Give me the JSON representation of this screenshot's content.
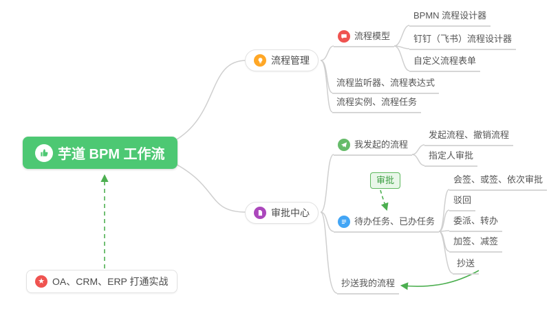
{
  "root": {
    "label": "芋道 BPM 工作流"
  },
  "process_management": {
    "label": "流程管理",
    "process_model": {
      "label": "流程模型",
      "bpmn": "BPMN 流程设计器",
      "dingtalk": "钉钉（飞书）流程设计器",
      "custom_form": "自定义流程表单"
    },
    "listener": "流程监听器、流程表达式",
    "instance": "流程实例、流程任务"
  },
  "approval_center": {
    "label": "审批中心",
    "my_initiated": {
      "label": "我发起的流程",
      "initiate_cancel": "发起流程、撤销流程",
      "assignee": "指定人审批"
    },
    "approval_badge": "审批",
    "todo_done": {
      "label": "待办任务、已办任务",
      "countersign": "会签、或签、依次审批",
      "reject": "驳回",
      "delegate": "委派、转办",
      "add_sign": "加签、减签",
      "cc": "抄送"
    },
    "cc_my_process": "抄送我的流程"
  },
  "footnote": {
    "label": "OA、CRM、ERP 打通实战"
  },
  "colors": {
    "root_bg": "#4dc873",
    "connector_gray": "#cfcfcf",
    "arrow_green": "#4caf50",
    "icon_orange": "#ffa726",
    "icon_red": "#ef5350",
    "icon_green": "#66bb6a",
    "icon_blue": "#42a5f5",
    "icon_purple": "#ab47bc",
    "badge_border": "#5cb85c",
    "badge_bg": "#e9f7e9"
  }
}
